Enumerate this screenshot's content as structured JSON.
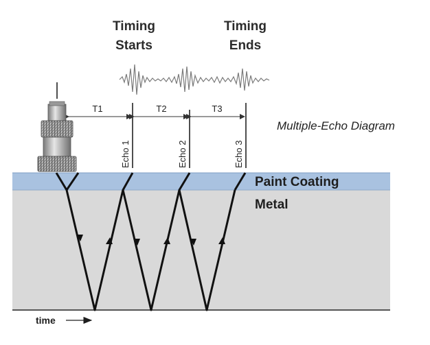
{
  "diagram": {
    "title": "Multiple-Echo Diagram",
    "timing_start": {
      "line1": "Timing",
      "line2": "Starts"
    },
    "timing_end": {
      "line1": "Timing",
      "line2": "Ends"
    },
    "intervals": [
      "T1",
      "T2",
      "T3"
    ],
    "echoes": [
      "Echo 1",
      "Echo 2",
      "Echo 3"
    ],
    "layers": {
      "coating": "Paint Coating",
      "substrate": "Metal"
    },
    "time_axis_label": "time",
    "colors": {
      "coating": "#a9c2e0",
      "metal": "#d9d9d9",
      "ray": "#111111",
      "transducer": "#8a8a8a"
    }
  }
}
